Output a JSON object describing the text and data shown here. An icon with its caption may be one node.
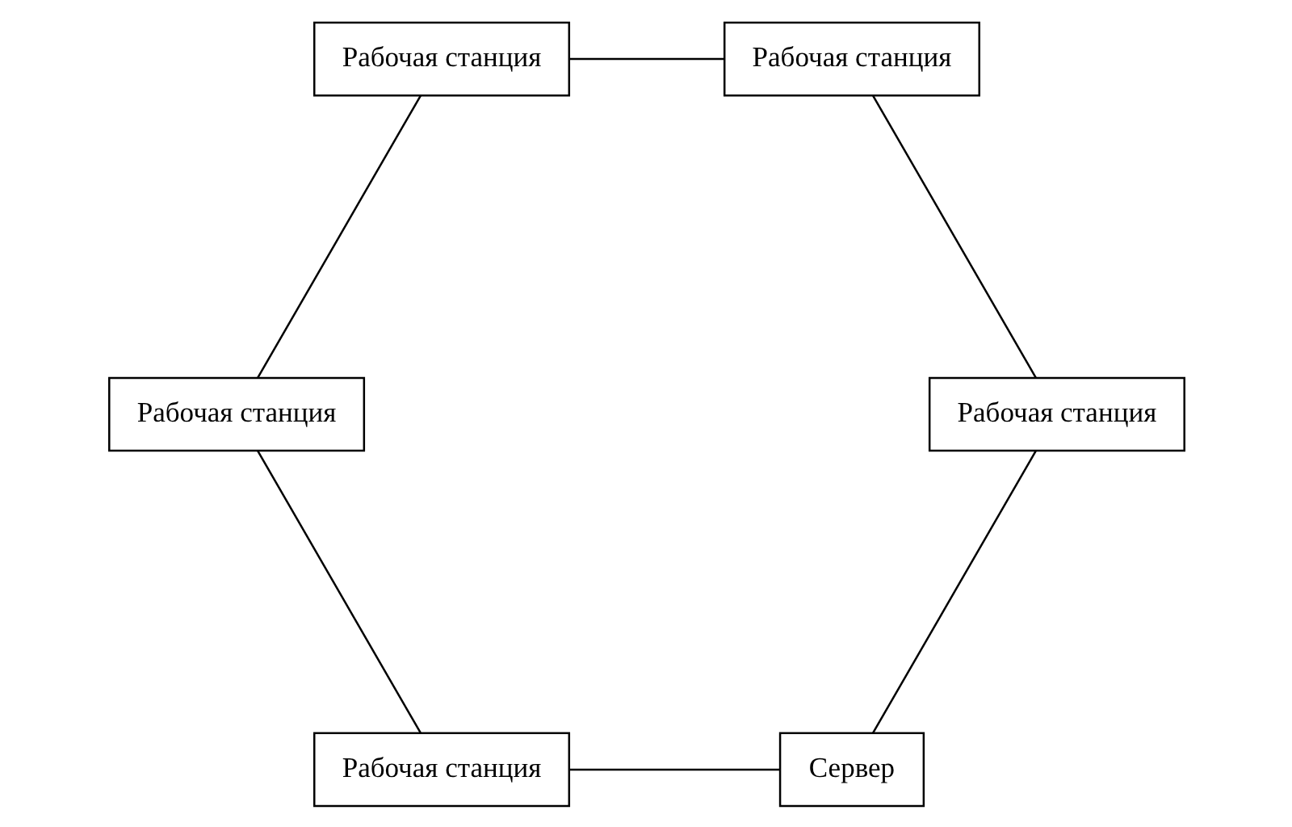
{
  "diagram": {
    "nodes": [
      {
        "text": [
          "Сервер"
        ]
      },
      {
        "text": [
          "Рабочая станция"
        ]
      },
      {
        "text": [
          "Рабочая станция"
        ]
      },
      {
        "text": [
          "Рабочая станция"
        ]
      },
      {
        "text": [
          "Рабочая станция"
        ]
      },
      {
        "text": [
          "Рабочая станция"
        ]
      }
    ],
    "edges": [
      {
        "from": 0,
        "to": 2,
        "arrow": "none"
      },
      {
        "from": 2,
        "to": 4,
        "arrow": "none"
      },
      {
        "from": 4,
        "to": 5,
        "arrow": "none"
      },
      {
        "from": 5,
        "to": 3,
        "arrow": "none"
      },
      {
        "from": 3,
        "to": 1,
        "arrow": "none"
      },
      {
        "from": 1,
        "to": 0,
        "arrow": "none"
      }
    ]
  }
}
